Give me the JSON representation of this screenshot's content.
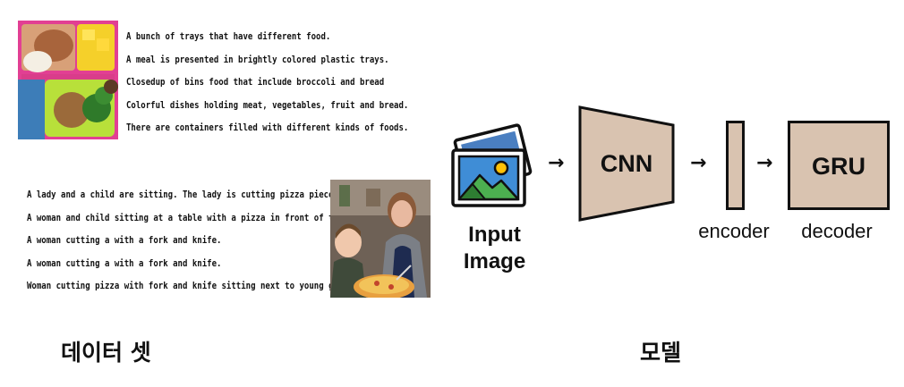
{
  "dataset": {
    "title": "데이터 셋",
    "sample_top": {
      "captions": [
        "A bunch of trays that have different food.",
        "A meal is presented in brightly colored plastic trays.",
        "Closedup of bins food that include broccoli and bread",
        "Colorful dishes holding meat, vegetables, fruit and bread.",
        "There are containers filled with different kinds of foods."
      ]
    },
    "sample_bottom": {
      "captions": [
        "A lady and a child are sitting. The lady is cutting pizza pieces.",
        "A woman and child sitting at a table with a pizza in front of them.",
        "A woman cutting a with a fork and knife.",
        "A woman cutting a with a fork and knife.",
        "Woman cutting pizza with fork and knife sitting next to young girl."
      ]
    }
  },
  "model": {
    "title": "모델",
    "input_label_line1": "Input",
    "input_label_line2": "Image",
    "cnn_label": "CNN",
    "encoder_label": "encoder",
    "gru_label": "GRU",
    "decoder_label": "decoder",
    "arrow_glyph": "→"
  },
  "colors": {
    "box_fill": "#d9c3b0",
    "outline": "#111111"
  },
  "icons": {
    "input": "image-gallery-icon"
  }
}
